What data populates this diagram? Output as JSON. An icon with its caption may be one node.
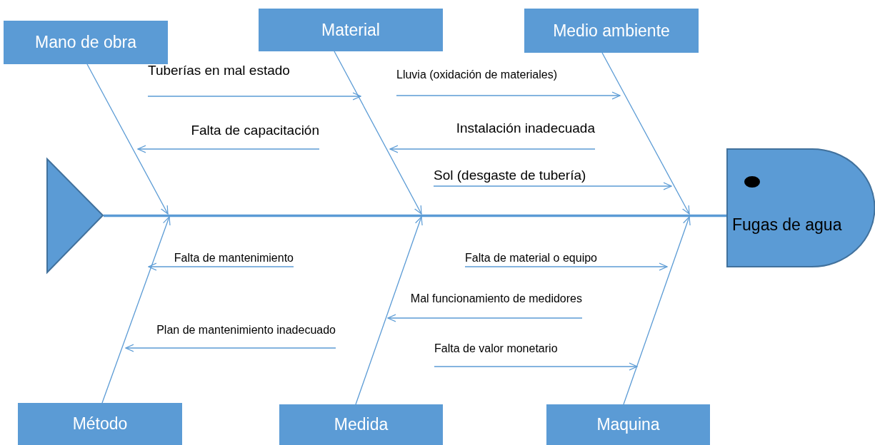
{
  "diagram": {
    "nodes": [
      {
        "text": [
          "Mano de obra"
        ]
      },
      {
        "text": [
          "Material"
        ]
      },
      {
        "text": [
          "Medio ambiente"
        ]
      },
      {
        "text": [
          "Tuberías en mal estado"
        ]
      },
      {
        "text": [
          "Lluvia (oxidación de materiales)"
        ]
      },
      {
        "text": [
          "Falta de capacitación"
        ]
      },
      {
        "text": [
          "Instalación inadecuada"
        ]
      },
      {
        "text": [
          "Sol (desgaste de tubería)"
        ]
      },
      {
        "text": [],
        "shape": "triangle"
      },
      {
        "text": [
          "Fugas de agua"
        ]
      },
      {
        "text": [
          "Falta de material o equipo"
        ]
      },
      {
        "text": [
          "Falta de mantenimiento"
        ]
      },
      {
        "text": [
          "Mal funcionamiento de medidores"
        ]
      },
      {
        "text": [
          "Plan de mantenimiento inadecuado"
        ]
      },
      {
        "text": [
          "Falta de valor monetario"
        ]
      },
      {
        "text": [
          "Método"
        ]
      },
      {
        "text": [
          "Medida"
        ]
      },
      {
        "text": [
          "Maquina"
        ]
      }
    ],
    "edges": [
      {
        "from": 8,
        "to": 9,
        "arrow": "none",
        "style": "thick"
      },
      {
        "from": 0,
        "to": null,
        "arrow": "to"
      },
      {
        "from": 1,
        "to": null,
        "arrow": "to"
      },
      {
        "from": 2,
        "to": null,
        "arrow": "to"
      },
      {
        "from": 15,
        "to": null,
        "arrow": "to"
      },
      {
        "from": 16,
        "to": null,
        "arrow": "to"
      },
      {
        "from": 17,
        "to": null,
        "arrow": "to"
      },
      {
        "from": 3,
        "to": null,
        "arrow": "to"
      },
      {
        "from": 4,
        "to": null,
        "arrow": "to"
      },
      {
        "from": 5,
        "to": null,
        "arrow": "to"
      },
      {
        "from": 6,
        "to": null,
        "arrow": "to"
      },
      {
        "from": 7,
        "to": null,
        "arrow": "to"
      },
      {
        "from": 10,
        "to": null,
        "arrow": "to"
      },
      {
        "from": 11,
        "to": null,
        "arrow": "to"
      },
      {
        "from": 12,
        "to": null,
        "arrow": "to"
      },
      {
        "from": 13,
        "to": null,
        "arrow": "to"
      },
      {
        "from": 14,
        "to": null,
        "arrow": "to"
      }
    ]
  }
}
